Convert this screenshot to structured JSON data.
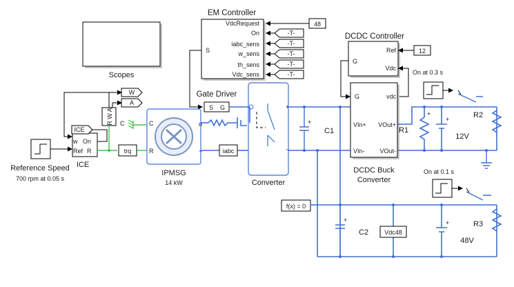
{
  "scopes": {
    "label": "Scopes"
  },
  "em_controller": {
    "title": "EM Controller",
    "port_s": "S",
    "ports": [
      "VdcRequest",
      "On",
      "iabc_sens",
      "w_sens",
      "th_sens",
      "Vdc_sens"
    ],
    "vdc_request_const": "48",
    "from_tag": "-T-"
  },
  "dcdc_controller": {
    "title": "DCDC Controller",
    "port_g": "G",
    "port_ref": "Ref",
    "port_vdc": "Vdc",
    "ref_const": "12"
  },
  "dcdc_converter": {
    "title_line1": "DCDC Buck",
    "title_line2": "Converter",
    "port_g": "G",
    "port_vin_p": "VIn+",
    "port_vin_m": "VIn-",
    "port_vdc": "vdc",
    "port_vout_p": "VOut+",
    "port_vout_m": "VOut-"
  },
  "gate_driver": {
    "label": "Gate Driver",
    "port_s": "S",
    "port_g": "G"
  },
  "converter": {
    "label": "Converter"
  },
  "ipmsg": {
    "label": "IPMSG",
    "rating": "14 kW",
    "port_c": "C",
    "port_r": "R"
  },
  "ice": {
    "label": "ICE",
    "tag": "ICE",
    "port_w": "w",
    "port_on": "On",
    "port_ref": "Ref",
    "port_r": "R",
    "sensor_letters": "R W A",
    "port_c": "C"
  },
  "reference_speed": {
    "label": "Reference Speed",
    "sublabel": "700 rpm at 0.05 s"
  },
  "trq": {
    "label": "trq"
  },
  "iabc": {
    "label": "iabc"
  },
  "goto_w": {
    "label": "W"
  },
  "goto_a": {
    "label": "A"
  },
  "c1": {
    "label": "C1"
  },
  "c2": {
    "label": "C2"
  },
  "r1": {
    "label": "R1"
  },
  "r2": {
    "label": "R2",
    "switch_label": "On at 0.3 s"
  },
  "r3": {
    "label": "R3",
    "switch_label": "On at 0.1 s"
  },
  "battery12": {
    "label": "12V"
  },
  "battery48": {
    "label": "48V"
  },
  "vdc48": {
    "label": "Vdc48"
  },
  "solver": {
    "label": "f(x) = 0"
  },
  "colors": {
    "physical": "#3f6fd2",
    "mechanical": "#44c44a",
    "signal": "#000000"
  }
}
